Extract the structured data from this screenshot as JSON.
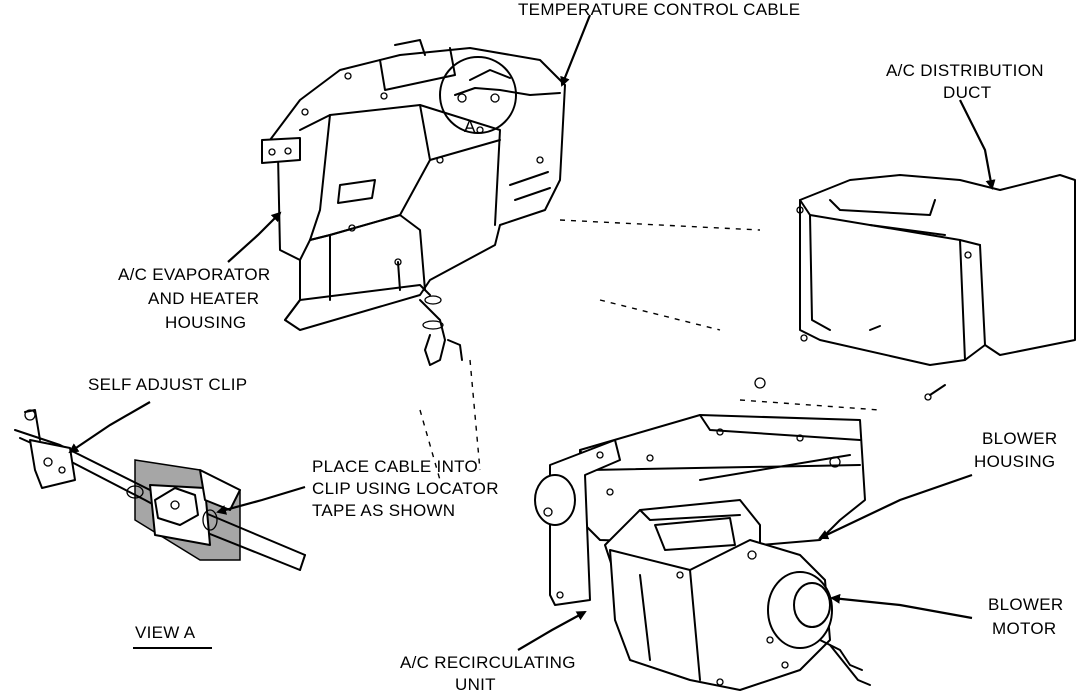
{
  "labels": {
    "temperature_control_cable": "TEMPERATURE CONTROL CABLE",
    "ac_distribution_duct_line1": "A/C DISTRIBUTION",
    "ac_distribution_duct_line2": "DUCT",
    "ac_evaporator_line1": "A/C EVAPORATOR",
    "ac_evaporator_line2": "AND HEATER",
    "ac_evaporator_line3": "HOUSING",
    "self_adjust_clip": "SELF ADJUST CLIP",
    "place_cable_line1": "PLACE CABLE INTO",
    "place_cable_line2": "CLIP USING LOCATOR",
    "place_cable_line3": "TAPE AS SHOWN",
    "view_a": "VIEW A",
    "detail_marker": "A",
    "blower_housing_line1": "BLOWER",
    "blower_housing_line2": "HOUSING",
    "blower_motor_line1": "BLOWER",
    "blower_motor_line2": "MOTOR",
    "ac_recirculating_line1": "A/C RECIRCULATING",
    "ac_recirculating_line2": "UNIT"
  }
}
